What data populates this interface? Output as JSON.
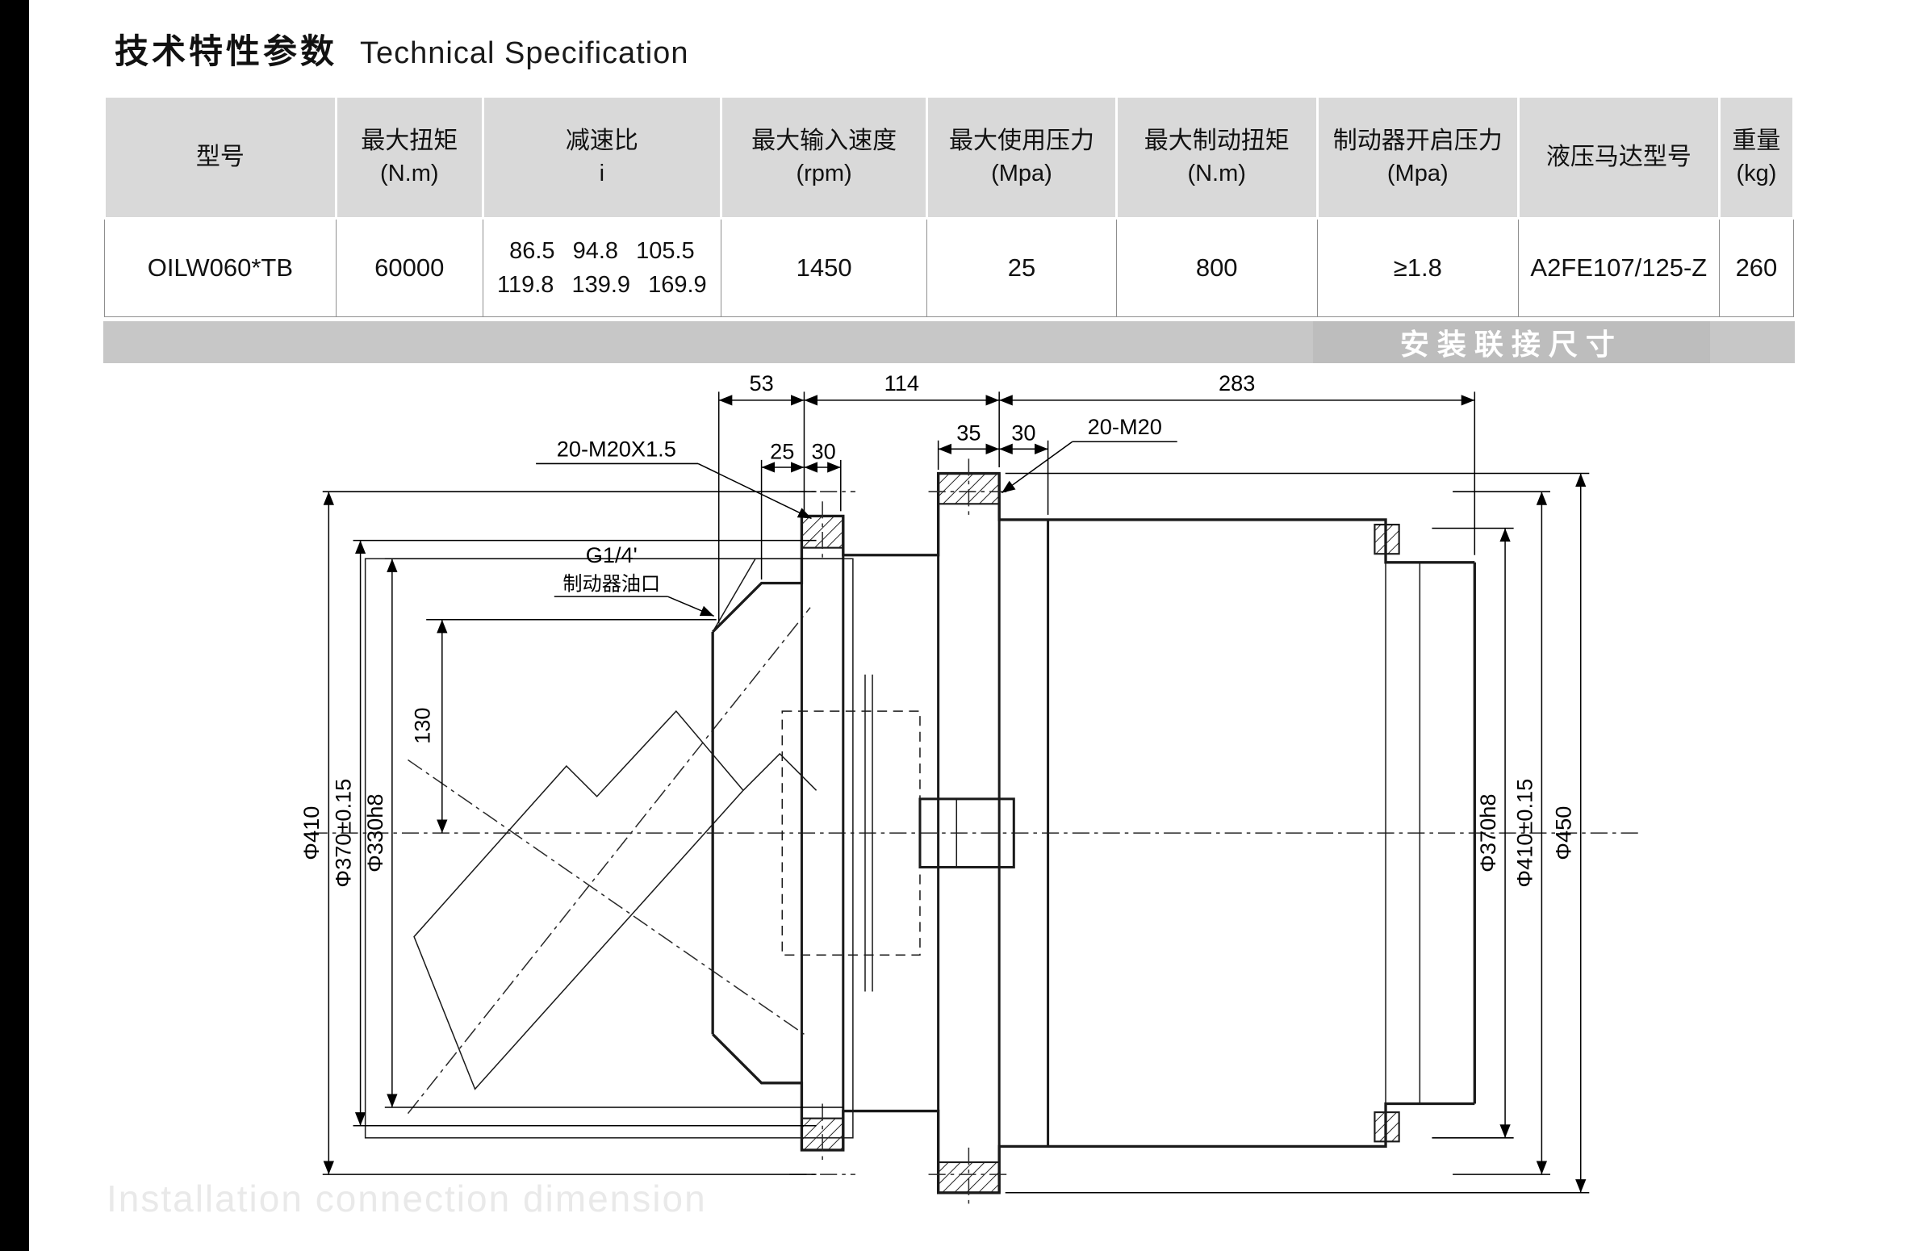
{
  "title": {
    "cn": "技术特性参数",
    "en": "Technical Specification"
  },
  "table": {
    "headers": [
      {
        "l1": "型号",
        "l2": ""
      },
      {
        "l1": "最大扭矩",
        "l2": "(N.m)"
      },
      {
        "l1": "减速比",
        "l2": "i"
      },
      {
        "l1": "最大输入速度",
        "l2": "(rpm)"
      },
      {
        "l1": "最大使用压力",
        "l2": "(Mpa)"
      },
      {
        "l1": "最大制动扭矩",
        "l2": "(N.m)"
      },
      {
        "l1": "制动器开启压力",
        "l2": "(Mpa)"
      },
      {
        "l1": "液压马达型号",
        "l2": ""
      },
      {
        "l1": "重量",
        "l2": "(kg)"
      }
    ],
    "row": {
      "model": "OILW060*TB",
      "max_torque": "60000",
      "ratio_l1": "86.5 94.8 105.5",
      "ratio_l2": "119.8 139.9 169.9",
      "speed": "1450",
      "pressure": "25",
      "brake_torque": "800",
      "brake_open": "≥1.8",
      "motor": "A2FE107/125-Z",
      "weight": "260"
    }
  },
  "section_bar": {
    "label": "安装联接尺寸"
  },
  "watermark": "Installation connection dimension",
  "drawing": {
    "dims": {
      "d53": "53",
      "d114": "114",
      "d283": "283",
      "d25": "25",
      "d30a": "30",
      "d35": "35",
      "d30b": "30",
      "d130": "130",
      "thread_left": "20-M20X1.5",
      "thread_right": "20-M20",
      "port1": "G1/4'",
      "port2": "制动器油口",
      "dia_410L": "Φ410",
      "dia_370L": "Φ370±0.15",
      "dia_330L": "Φ330h8",
      "dia_370R": "Φ370h8",
      "dia_410R": "Φ410±0.15",
      "dia_450R": "Φ450"
    }
  }
}
